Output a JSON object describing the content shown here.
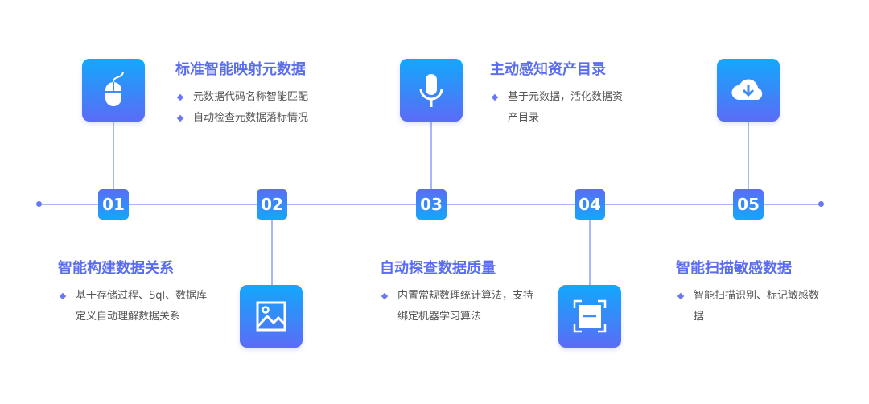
{
  "steps": [
    {
      "number": "01",
      "title": "智能构建数据关系",
      "bullets": [
        "基于存储过程、Sql、数据库定义自动理解数据关系"
      ],
      "icon": "image-icon"
    },
    {
      "number": "02",
      "title": "标准智能映射元数据",
      "bullets": [
        "元数据代码名称智能匹配",
        "自动检查元数据落标情况"
      ],
      "icon": "mouse-icon"
    },
    {
      "number": "03",
      "title": "自动探查数据质量",
      "bullets": [
        "内置常规数理统计算法，支持绑定机器学习算法"
      ],
      "icon": "microphone-icon"
    },
    {
      "number": "04",
      "title": "主动感知资产目录",
      "bullets": [
        "基于元数据，活化数据资产目录"
      ],
      "icon": "cloud-download-icon"
    },
    {
      "number": "05",
      "title": "智能扫描敏感数据",
      "bullets": [
        "智能扫描识别、标记敏感数据"
      ],
      "icon": "scan-icon"
    }
  ]
}
